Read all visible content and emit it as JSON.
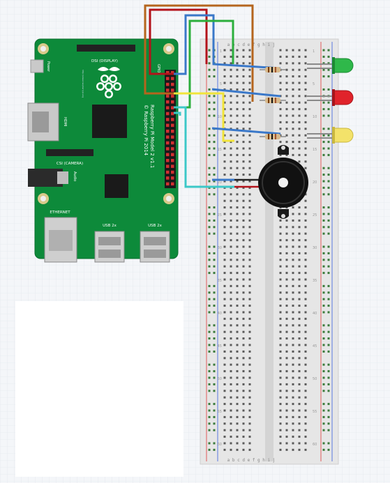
{
  "board": {
    "name_line1": "Raspberry Pi Model 2 v1.1",
    "name_line2": "© Raspberry Pi 2014",
    "dsi_label": "DSI (DISPLAY)",
    "csi_label": "CSI (CAMERA)",
    "hdmi_label": "HDMI",
    "power_label": "Power",
    "audio_label": "Audio",
    "ethernet_label": "ETHERNET",
    "usb1_label": "USB 2x",
    "usb2_label": "USB 2x",
    "gpio_label": "GPIO",
    "url_label": "http://www.raspberrypi.org"
  },
  "breadboard": {
    "col_top": "a b c d e    f g h i j",
    "col_bottom": "a b c d e    f g h i j",
    "row_numbers": [
      "1",
      "5",
      "10",
      "15",
      "20",
      "25",
      "30",
      "35",
      "40",
      "45",
      "50",
      "55",
      "60"
    ]
  },
  "components": {
    "leds": [
      {
        "color_name": "green",
        "fill": "#2fb84a",
        "dark": "#1c8a33"
      },
      {
        "color_name": "red",
        "fill": "#e0232b",
        "dark": "#a5151b"
      },
      {
        "color_name": "yellow",
        "fill": "#f3e26a",
        "dark": "#c9b73f"
      }
    ],
    "resistor_count": 3,
    "buzzer": "piezo-buzzer"
  },
  "wire_colors": {
    "brown": "#b5651d",
    "red": "#b3131b",
    "blue": "#3a78c9",
    "green": "#2bae3c",
    "yellow": "#f1e43a",
    "cyan": "#3cc8c8",
    "black": "#222222"
  }
}
